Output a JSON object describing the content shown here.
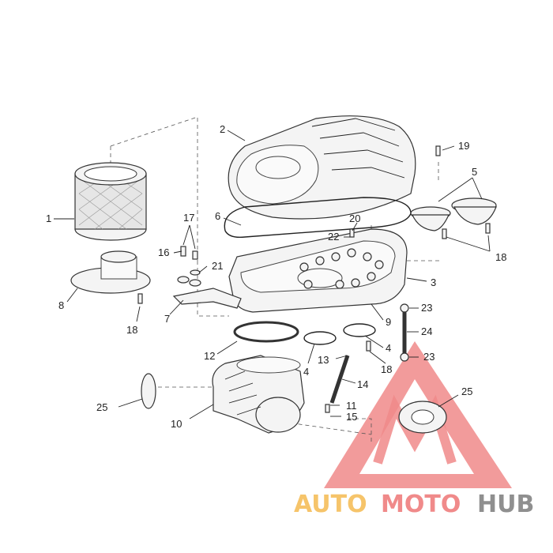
{
  "diagram": {
    "callouts": {
      "c1": "1",
      "c2": "2",
      "c3": "3",
      "c4a": "4",
      "c4b": "4",
      "c5": "5",
      "c6": "6",
      "c7": "7",
      "c8": "8",
      "c9": "9",
      "c10": "10",
      "c11": "11",
      "c12": "12",
      "c13": "13",
      "c14": "14",
      "c15": "15",
      "c16": "16",
      "c17": "17",
      "c18a": "18",
      "c18b": "18",
      "c18c": "18",
      "c19": "19",
      "c20": "20",
      "c21": "21",
      "c22": "22",
      "c23a": "23",
      "c23b": "23",
      "c24": "24",
      "c25a": "25",
      "c25b": "25"
    }
  },
  "watermark": {
    "text_part1": "AUTO",
    "text_part2": "MOTO",
    "text_part3": "HUB",
    "color_triangle": "#f08a8a",
    "color_part1": "#f6c46a",
    "color_part2": "#f08a8a",
    "color_part3": "#8f8f8f"
  }
}
